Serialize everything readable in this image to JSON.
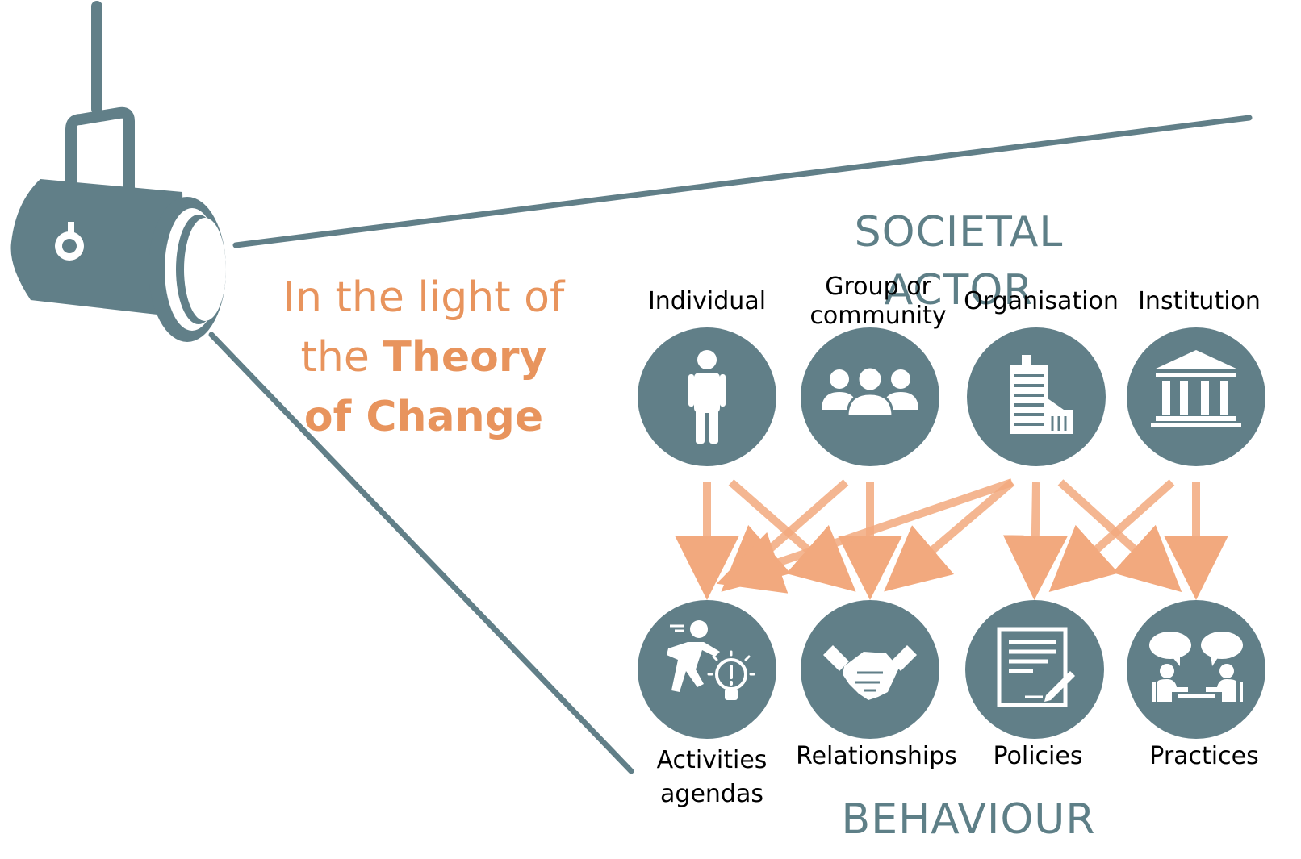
{
  "colors": {
    "slate": "#617f88",
    "orange": "#e8945d",
    "arrow": "#f2a97e",
    "text": "#000000"
  },
  "heading_top": "SOCIETAL ACTOR",
  "heading_bottom": "BEHAVIOUR",
  "theory": {
    "line1": "In the light of",
    "line2_plain": "the ",
    "line2_bold": "Theory",
    "line3_bold": "of Change"
  },
  "actors": [
    {
      "label": "Individual",
      "icon": "person-icon"
    },
    {
      "label": "Group or\ncommunity",
      "icon": "group-icon"
    },
    {
      "label": "Organisation",
      "icon": "building-icon"
    },
    {
      "label": "Institution",
      "icon": "institution-icon"
    }
  ],
  "behaviours": [
    {
      "label": "Activities\nagendas",
      "icon": "activity-idea-icon"
    },
    {
      "label": "Relationships",
      "icon": "handshake-icon"
    },
    {
      "label": "Policies",
      "icon": "document-icon"
    },
    {
      "label": "Practices",
      "icon": "meeting-icon"
    }
  ],
  "links": [
    {
      "from": "Individual",
      "to": "Activities\nagendas"
    },
    {
      "from": "Individual",
      "to": "Relationships"
    },
    {
      "from": "Group or\ncommunity",
      "to": "Activities\nagendas"
    },
    {
      "from": "Group or\ncommunity",
      "to": "Relationships"
    },
    {
      "from": "Organisation",
      "to": "Activities\nagendas"
    },
    {
      "from": "Organisation",
      "to": "Relationships"
    },
    {
      "from": "Organisation",
      "to": "Policies"
    },
    {
      "from": "Organisation",
      "to": "Practices"
    },
    {
      "from": "Institution",
      "to": "Policies"
    },
    {
      "from": "Institution",
      "to": "Practices"
    }
  ]
}
